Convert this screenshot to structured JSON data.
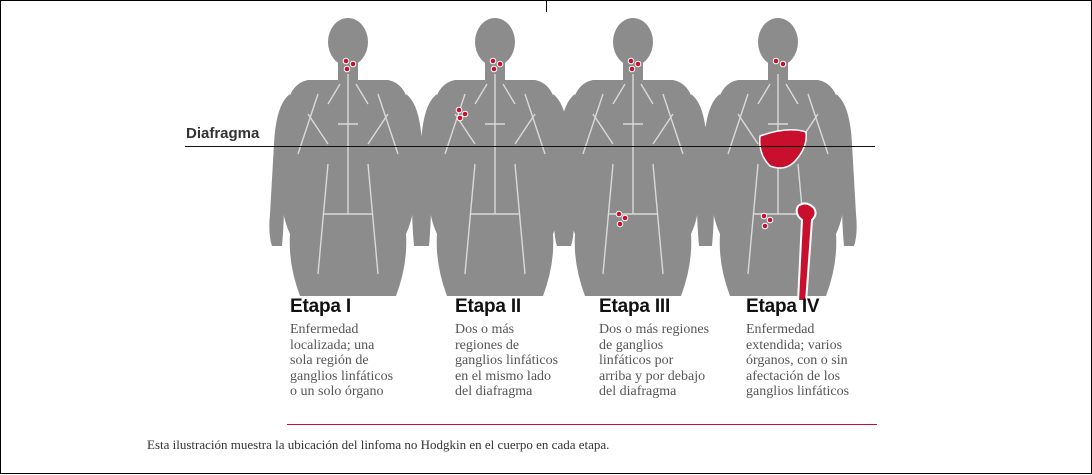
{
  "diagram": {
    "diaphragm_label": "Diafragma",
    "caption": "Esta ilustración muestra la ubicación del linfoma no Hodgkin en el cuerpo en cada etapa.",
    "stages": [
      {
        "title": "Etapa I",
        "description": "Enfermedad\nlocalizada; una\nsola región de\nganglios linfáticos\no un solo órgano"
      },
      {
        "title": "Etapa II",
        "description": "Dos o más\nregiones de\nganglios linfáticos\nen el mismo lado\ndel diafragma"
      },
      {
        "title": "Etapa III",
        "description": "Dos o más regiones\nde ganglios\nlinfáticos por\narriba y por debajo\ndel diafragma"
      },
      {
        "title": "Etapa IV",
        "description": "Enfermedad\nextendida; varios\nórganos, con o sin\nafectación de los\nganglios linfáticos"
      }
    ],
    "colors": {
      "body": "#8c8c8c",
      "lymph": "#d9d9d9",
      "affected": "#c8102e",
      "rule": "#c8102e"
    }
  }
}
